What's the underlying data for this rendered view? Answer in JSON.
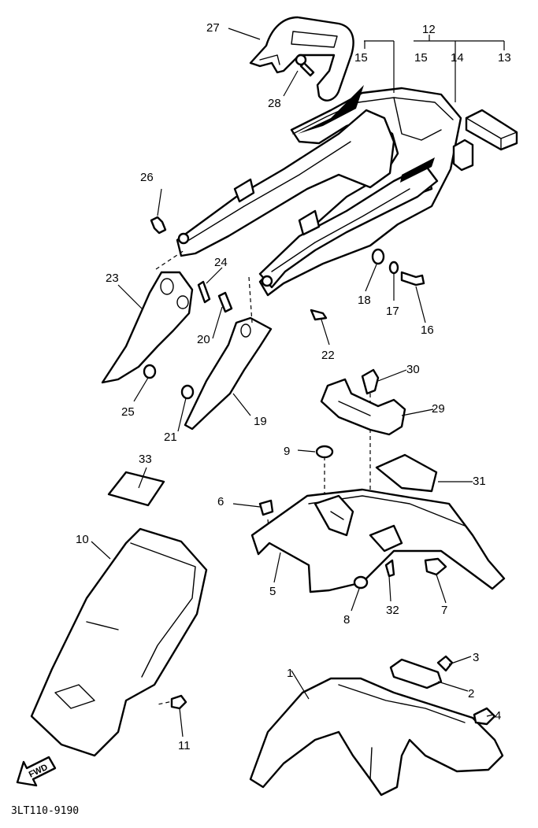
{
  "diagram": {
    "reference_code": "3LT110-9190",
    "direction_label": "FWD",
    "callouts": [
      "1",
      "2",
      "3",
      "4",
      "5",
      "6",
      "7",
      "8",
      "9",
      "10",
      "11",
      "12",
      "13",
      "14",
      "15",
      "15",
      "16",
      "17",
      "18",
      "19",
      "20",
      "21",
      "22",
      "23",
      "24",
      "25",
      "26",
      "27",
      "28",
      "29",
      "30",
      "31",
      "32",
      "33"
    ]
  }
}
